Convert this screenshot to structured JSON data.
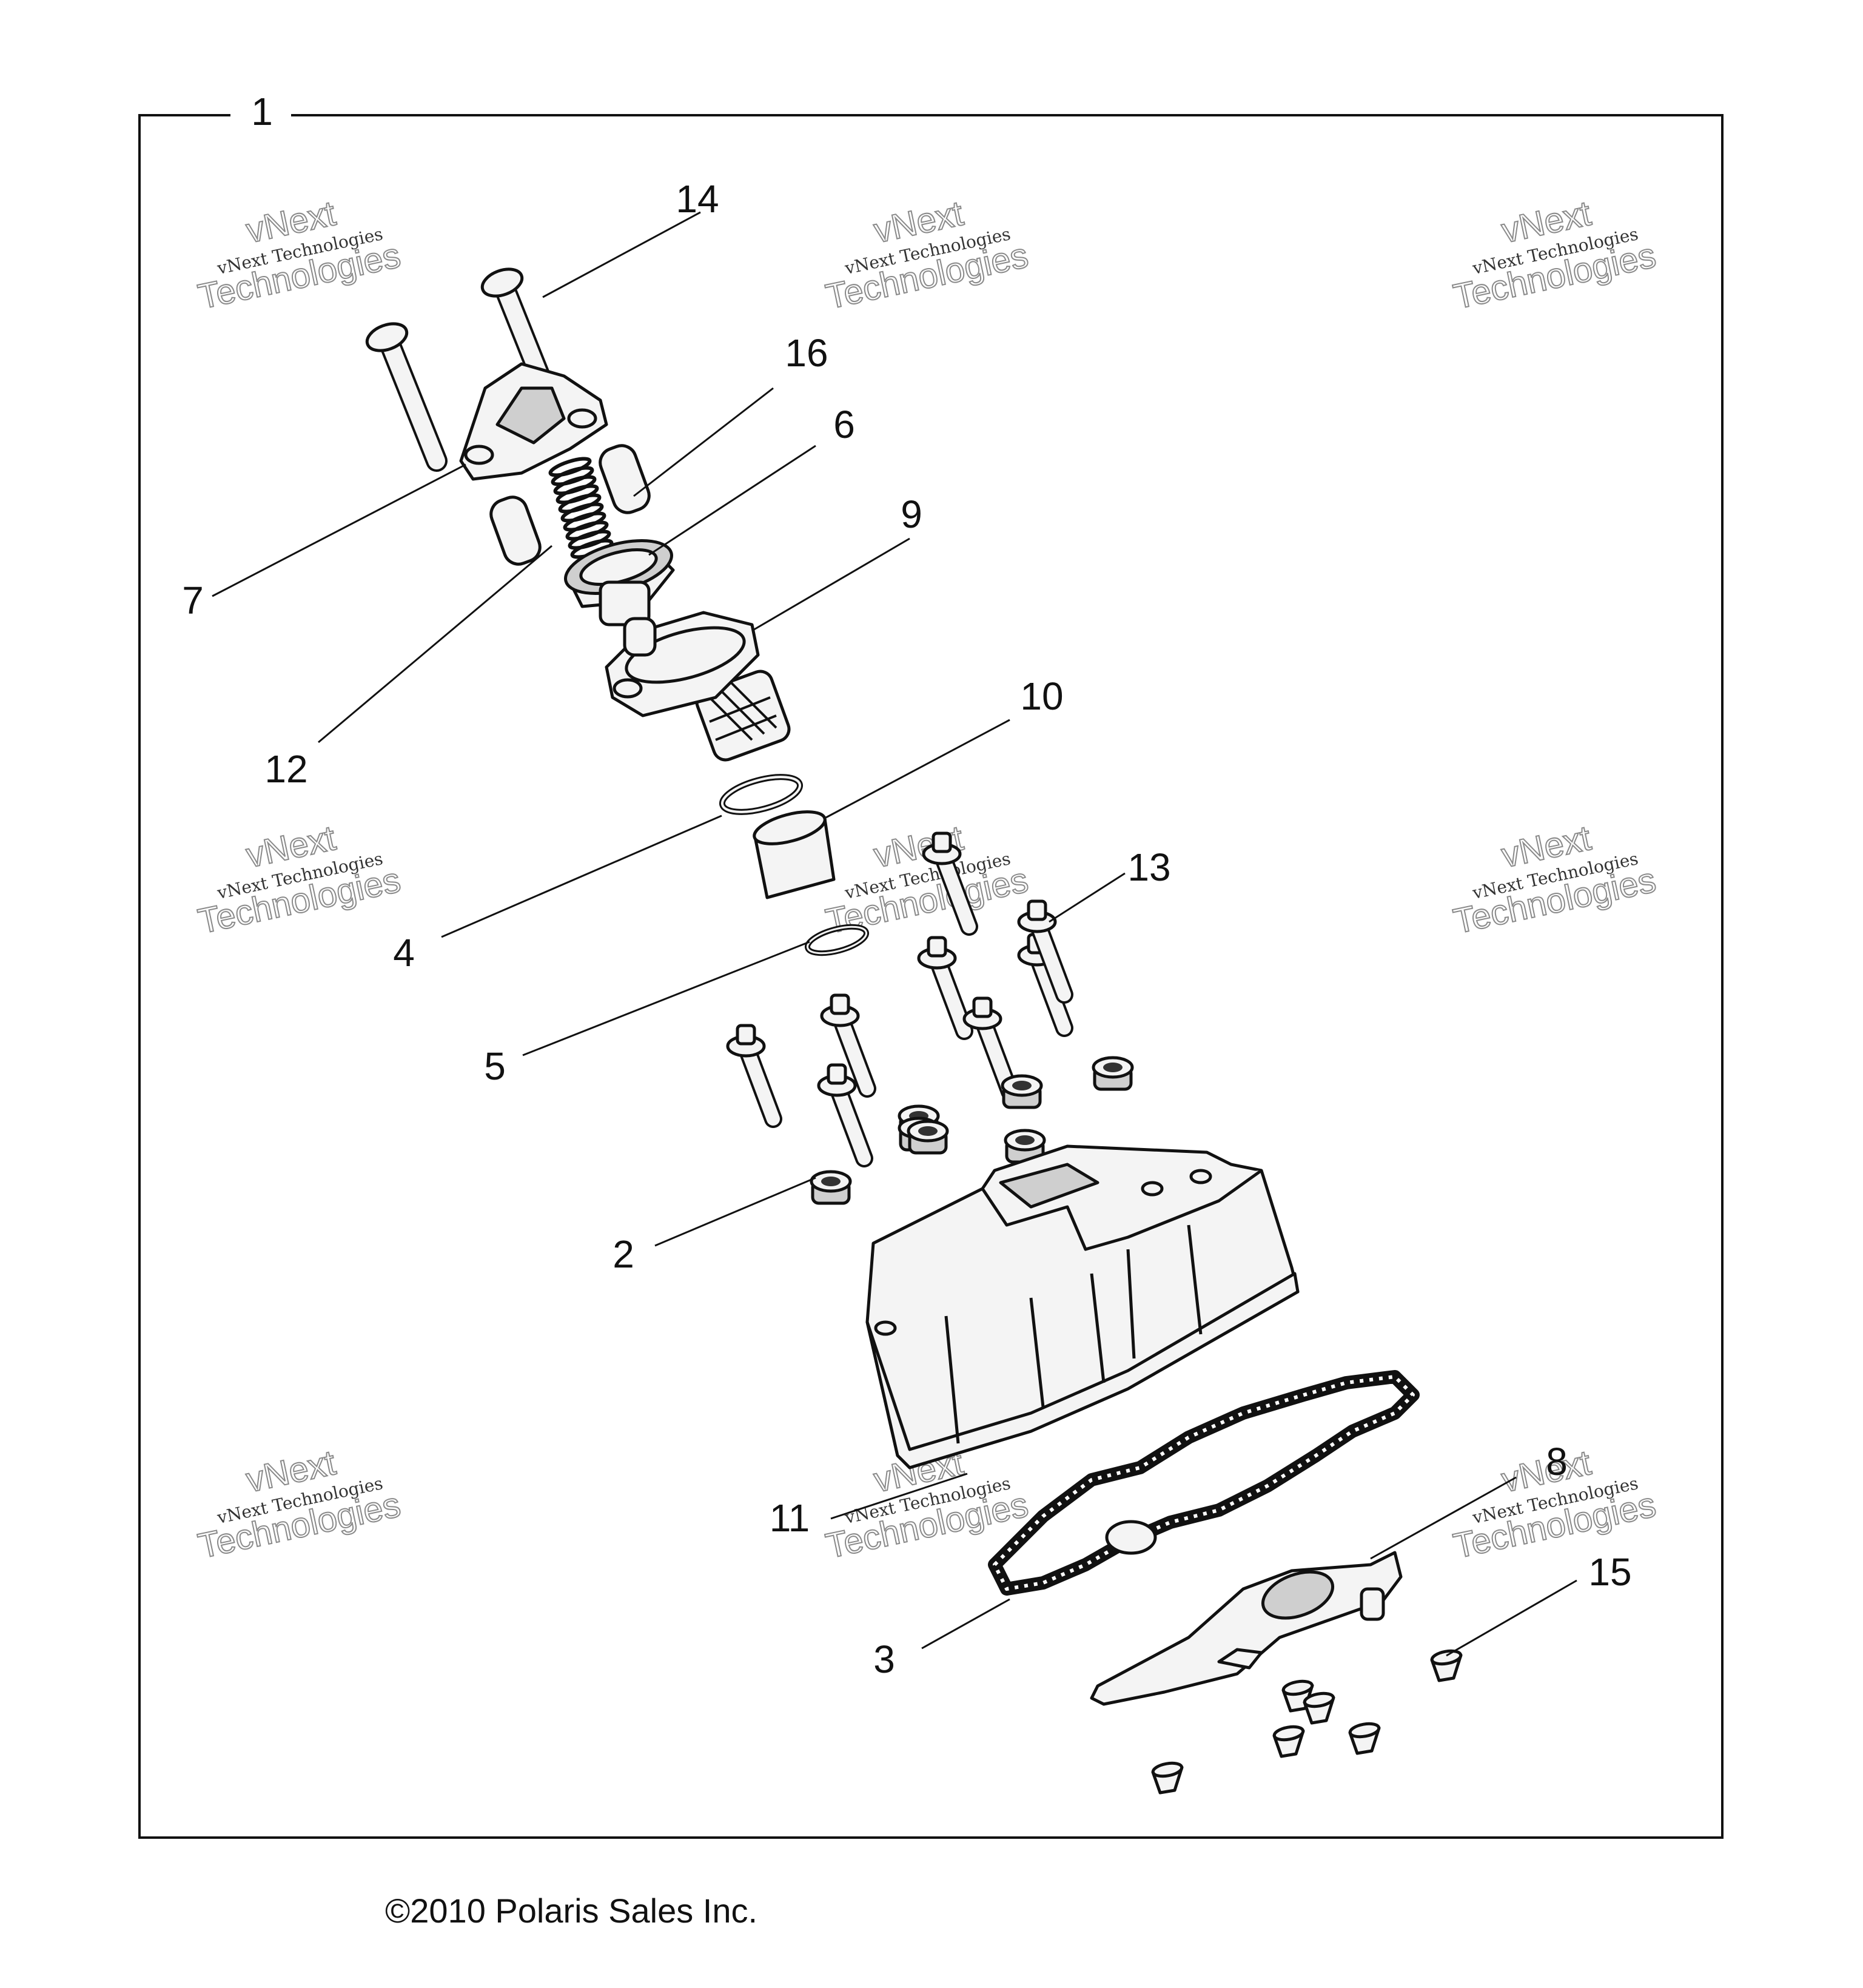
{
  "diagram": {
    "assembly_callout": "1",
    "callouts": [
      "2",
      "3",
      "4",
      "5",
      "6",
      "7",
      "8",
      "9",
      "10",
      "11",
      "12",
      "13",
      "14",
      "15",
      "16"
    ],
    "watermark": {
      "line_small": "vNext Technologies",
      "line_big_1": "vNext",
      "line_big_2": "Technologies"
    },
    "copyright": "©2010 Polaris Sales Inc."
  }
}
